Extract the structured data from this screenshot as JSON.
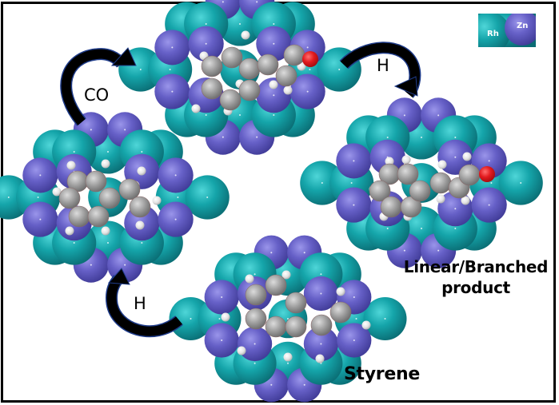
{
  "figure": {
    "type": "catalytic-cycle",
    "legend": {
      "items": [
        {
          "element": "Rh",
          "label": "Rh",
          "color": "#1aa3a8"
        },
        {
          "element": "Zn",
          "label": "Zn",
          "color": "#6a63c8"
        }
      ]
    },
    "atom_colors": {
      "carbon": "#9a9a9a",
      "hydrogen": "#e8e8e8",
      "oxygen": "#e0151b"
    },
    "steps": [
      {
        "id": "co-insertion",
        "label": "CO"
      },
      {
        "id": "hydrogenation-2",
        "label": "H"
      },
      {
        "id": "hydrogenation-1",
        "label": "H"
      }
    ],
    "species": [
      {
        "id": "styrene",
        "label": "Styrene"
      },
      {
        "id": "product",
        "label_line1": "Linear/Branched",
        "label_line2": "product"
      }
    ]
  }
}
